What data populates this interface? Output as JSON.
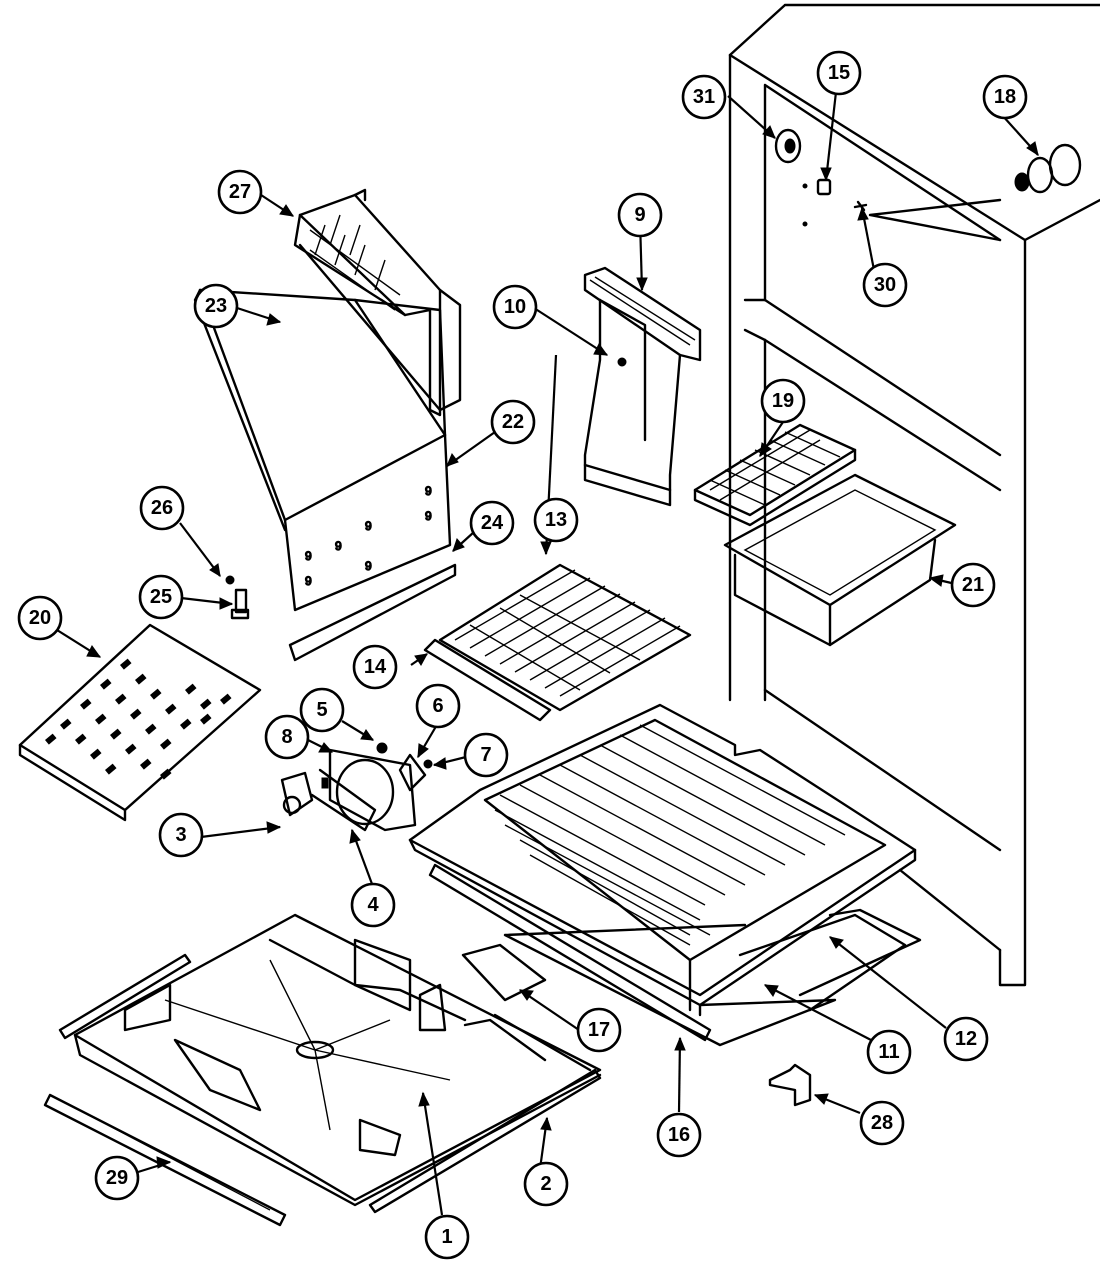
{
  "callouts": [
    {
      "id": "1",
      "label": "1"
    },
    {
      "id": "2",
      "label": "2"
    },
    {
      "id": "3",
      "label": "3"
    },
    {
      "id": "4",
      "label": "4"
    },
    {
      "id": "5",
      "label": "5"
    },
    {
      "id": "6",
      "label": "6"
    },
    {
      "id": "7",
      "label": "7"
    },
    {
      "id": "8",
      "label": "8"
    },
    {
      "id": "9",
      "label": "9"
    },
    {
      "id": "10",
      "label": "10"
    },
    {
      "id": "11",
      "label": "11"
    },
    {
      "id": "12",
      "label": "12"
    },
    {
      "id": "13",
      "label": "13"
    },
    {
      "id": "14",
      "label": "14"
    },
    {
      "id": "15",
      "label": "15"
    },
    {
      "id": "16",
      "label": "16"
    },
    {
      "id": "17",
      "label": "17"
    },
    {
      "id": "18",
      "label": "18"
    },
    {
      "id": "19",
      "label": "19"
    },
    {
      "id": "20",
      "label": "20"
    },
    {
      "id": "21",
      "label": "21"
    },
    {
      "id": "22",
      "label": "22"
    },
    {
      "id": "23",
      "label": "23"
    },
    {
      "id": "24",
      "label": "24"
    },
    {
      "id": "25",
      "label": "25"
    },
    {
      "id": "26",
      "label": "26"
    },
    {
      "id": "27",
      "label": "27"
    },
    {
      "id": "28",
      "label": "28"
    },
    {
      "id": "29",
      "label": "29"
    },
    {
      "id": "30",
      "label": "30"
    },
    {
      "id": "31",
      "label": "31"
    }
  ],
  "colors": {
    "ink": "#000000",
    "paper": "#ffffff"
  }
}
